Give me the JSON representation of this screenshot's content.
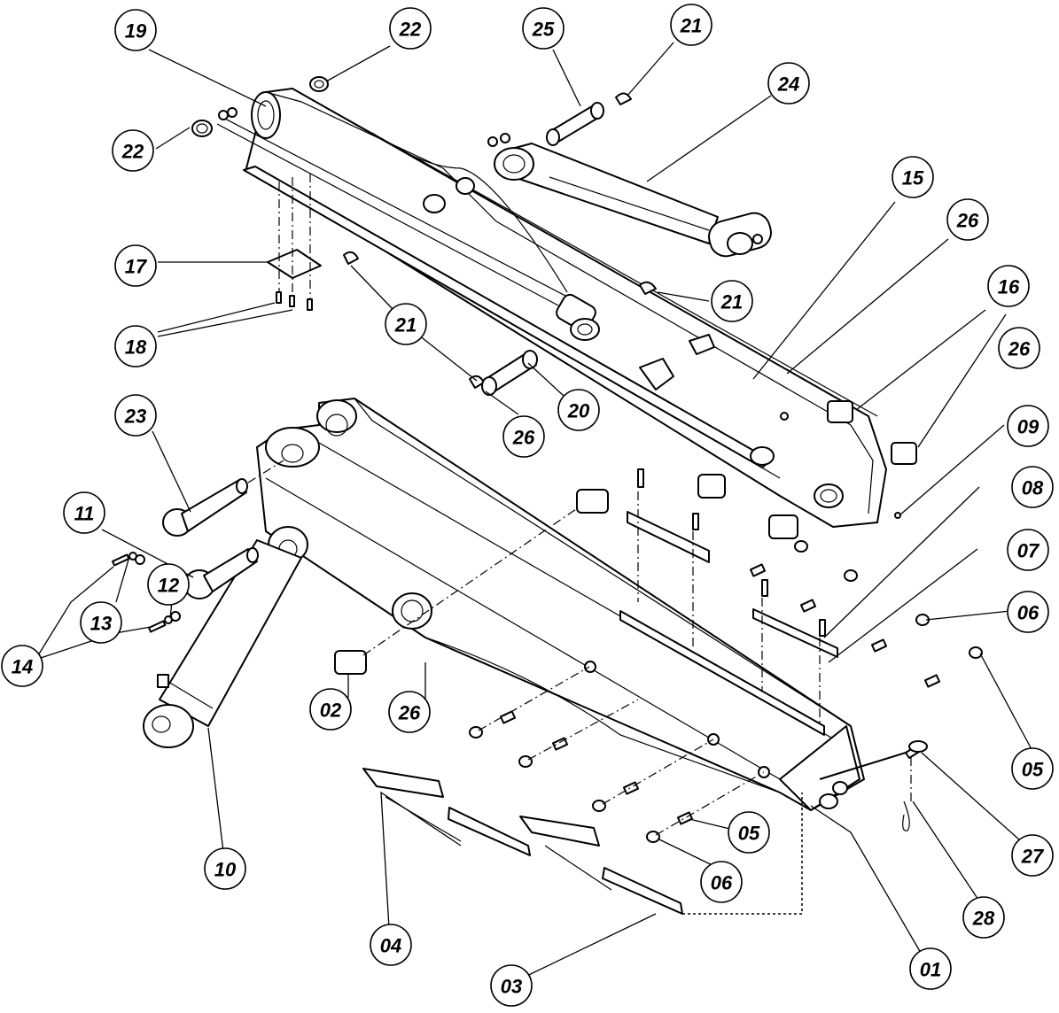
{
  "callouts": [
    {
      "id": "c19",
      "label": "19"
    },
    {
      "id": "c22a",
      "label": "22"
    },
    {
      "id": "c25",
      "label": "25"
    },
    {
      "id": "c21a",
      "label": "21"
    },
    {
      "id": "c24",
      "label": "24"
    },
    {
      "id": "c22b",
      "label": "22"
    },
    {
      "id": "c15",
      "label": "15"
    },
    {
      "id": "c26a",
      "label": "26"
    },
    {
      "id": "c17",
      "label": "17"
    },
    {
      "id": "c16",
      "label": "16"
    },
    {
      "id": "c21b",
      "label": "21"
    },
    {
      "id": "c18",
      "label": "18"
    },
    {
      "id": "c21c",
      "label": "21"
    },
    {
      "id": "c26b",
      "label": "26"
    },
    {
      "id": "c20",
      "label": "20"
    },
    {
      "id": "c23",
      "label": "23"
    },
    {
      "id": "c09",
      "label": "09"
    },
    {
      "id": "c26c",
      "label": "26"
    },
    {
      "id": "c08",
      "label": "08"
    },
    {
      "id": "c11",
      "label": "11"
    },
    {
      "id": "c07",
      "label": "07"
    },
    {
      "id": "c12",
      "label": "12"
    },
    {
      "id": "c06a",
      "label": "06"
    },
    {
      "id": "c13",
      "label": "13"
    },
    {
      "id": "c14",
      "label": "14"
    },
    {
      "id": "c02",
      "label": "02"
    },
    {
      "id": "c26d",
      "label": "26"
    },
    {
      "id": "c05a",
      "label": "05"
    },
    {
      "id": "c27",
      "label": "27"
    },
    {
      "id": "c05b",
      "label": "05"
    },
    {
      "id": "c10",
      "label": "10"
    },
    {
      "id": "c06b",
      "label": "06"
    },
    {
      "id": "c28",
      "label": "28"
    },
    {
      "id": "c04",
      "label": "04"
    },
    {
      "id": "c01",
      "label": "01"
    },
    {
      "id": "c03",
      "label": "03"
    }
  ]
}
